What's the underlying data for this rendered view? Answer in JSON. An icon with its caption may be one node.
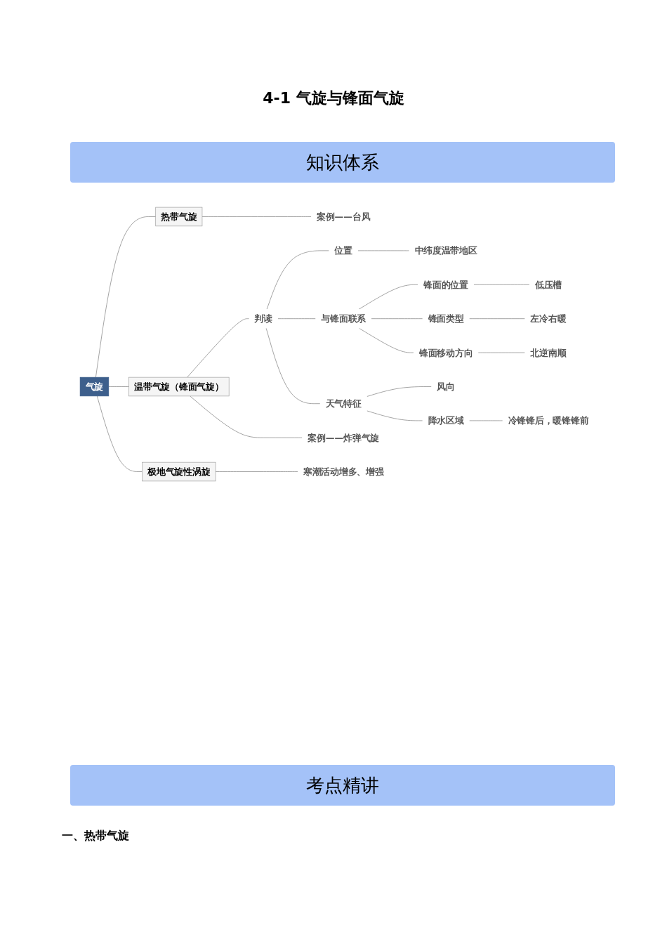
{
  "diagram": {
    "title": "4-1 气旋与锋面气旋",
    "nodes": [
      {
        "text": [
          "气旋"
        ]
      },
      {
        "text": [
          "热带气旋"
        ]
      },
      {
        "text": [
          "案例——台风"
        ]
      },
      {
        "text": [
          "温带气旋（锋面气旋）"
        ]
      },
      {
        "text": [
          "判读"
        ]
      },
      {
        "text": [
          "位置"
        ]
      },
      {
        "text": [
          "中纬度温带地区"
        ]
      },
      {
        "text": [
          "与锋面联系"
        ]
      },
      {
        "text": [
          "锋面的位置"
        ]
      },
      {
        "text": [
          "低压槽"
        ]
      },
      {
        "text": [
          "锋面类型"
        ]
      },
      {
        "text": [
          "左冷右暖"
        ]
      },
      {
        "text": [
          "锋面移动方向"
        ]
      },
      {
        "text": [
          "北逆南顺"
        ]
      },
      {
        "text": [
          "天气特征"
        ]
      },
      {
        "text": [
          "风向"
        ]
      },
      {
        "text": [
          "降水区域"
        ]
      },
      {
        "text": [
          "冷锋锋后，暖锋锋前"
        ]
      },
      {
        "text": [
          "案例——炸弹气旋"
        ]
      },
      {
        "text": [
          "极地气旋性涡旋"
        ]
      },
      {
        "text": [
          "寒潮活动增多、增强"
        ]
      }
    ],
    "edges": [
      {
        "from": 0,
        "to": 1,
        "arrow": "none"
      },
      {
        "from": 0,
        "to": 3,
        "arrow": "none"
      },
      {
        "from": 0,
        "to": 19,
        "arrow": "none"
      },
      {
        "from": 1,
        "to": 2,
        "arrow": "none"
      },
      {
        "from": 3,
        "to": 4,
        "arrow": "none"
      },
      {
        "from": 3,
        "to": 18,
        "arrow": "none"
      },
      {
        "from": 4,
        "to": 5,
        "arrow": "none"
      },
      {
        "from": 5,
        "to": 6,
        "arrow": "none"
      },
      {
        "from": 4,
        "to": 7,
        "arrow": "none"
      },
      {
        "from": 7,
        "to": 8,
        "arrow": "none"
      },
      {
        "from": 8,
        "to": 9,
        "arrow": "none"
      },
      {
        "from": 7,
        "to": 10,
        "arrow": "none"
      },
      {
        "from": 10,
        "to": 11,
        "arrow": "none"
      },
      {
        "from": 7,
        "to": 12,
        "arrow": "none"
      },
      {
        "from": 12,
        "to": 13,
        "arrow": "none"
      },
      {
        "from": 4,
        "to": 14,
        "arrow": "none"
      },
      {
        "from": 14,
        "to": 15,
        "arrow": "none"
      },
      {
        "from": 14,
        "to": 16,
        "arrow": "none"
      },
      {
        "from": 16,
        "to": 17,
        "arrow": "none"
      },
      {
        "from": 19,
        "to": 20,
        "arrow": "none"
      }
    ],
    "labels": [
      "知识体系",
      "考点精讲",
      "一、热带气旋"
    ]
  }
}
